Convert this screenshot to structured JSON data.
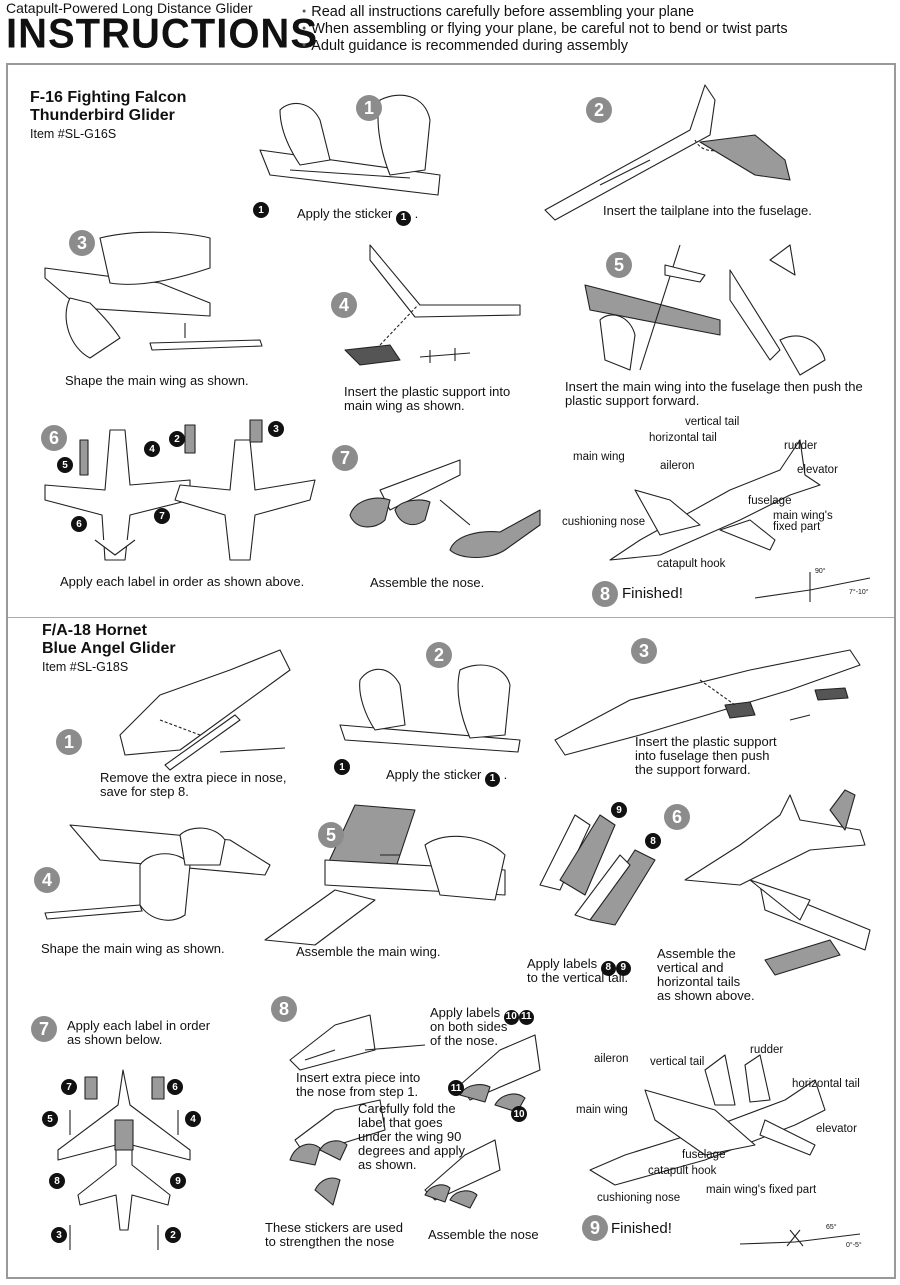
{
  "header": {
    "subtitle": "Catapult-Powered Long Distance Glider",
    "title": "INSTRUCTIONS",
    "bullets": [
      "Read all instructions carefully before assembling your plane",
      "When assembling or flying your plane, be careful not to bend or twist parts",
      "Adult guidance is recommended during assembly"
    ]
  },
  "colors": {
    "step_badge": "#8c8c8c",
    "label_dot": "#111111",
    "frame": "#999999",
    "part_grey": "#9a9a9a"
  },
  "f16": {
    "title1": "F-16 Fighting Falcon",
    "title2": "Thunderbird Glider",
    "item": "Item #SL-G16S",
    "steps": {
      "s1": {
        "num": "1",
        "caption": "Apply the sticker",
        "dot": "1",
        "tail": "."
      },
      "s2": {
        "num": "2",
        "caption": "Insert the tailplane into the fuselage."
      },
      "s3": {
        "num": "3",
        "caption": "Shape the main wing as shown."
      },
      "s4": {
        "num": "4",
        "caption1": "Insert the plastic support into",
        "caption2": "main wing as shown."
      },
      "s5": {
        "num": "5",
        "caption1": "Insert the main wing into the fuselage then push the",
        "caption2": "plastic support forward."
      },
      "s6": {
        "num": "6",
        "caption": "Apply each label in order as shown above.",
        "labels": [
          "2",
          "3",
          "4",
          "5",
          "6",
          "7"
        ]
      },
      "s7": {
        "num": "7",
        "caption": "Assemble the nose."
      },
      "s8": {
        "num": "8",
        "caption": "Finished!"
      }
    },
    "parts": {
      "vertical_tail": "vertical tail",
      "horizontal_tail": "horizontal tail",
      "rudder": "rudder",
      "main_wing": "main wing",
      "aileron": "aileron",
      "elevator": "elevator",
      "fuselage": "fuselage",
      "fixed_part_1": "main wing's",
      "fixed_part_2": "fixed part",
      "cushioning_nose": "cushioning nose",
      "catapult_hook": "catapult hook"
    },
    "angles": {
      "a1": "90°",
      "a2": "7°-10°"
    }
  },
  "fa18": {
    "title1": "F/A-18 Hornet",
    "title2": "Blue Angel Glider",
    "item": "Item #SL-G18S",
    "steps": {
      "s1": {
        "num": "1",
        "caption1": "Remove the extra piece in nose,",
        "caption2": "save for step 8."
      },
      "s2": {
        "num": "2",
        "caption": "Apply the sticker",
        "dot": "1",
        "tail": "."
      },
      "s3": {
        "num": "3",
        "caption1": "Insert the plastic support",
        "caption2": "into fuselage then push",
        "caption3": "the support forward."
      },
      "s4": {
        "num": "4",
        "caption": "Shape the main wing as shown."
      },
      "s5": {
        "num": "5",
        "caption": "Assemble the main wing."
      },
      "s6": {
        "num": "6",
        "caption1": "Assemble the",
        "caption2": "vertical and",
        "caption3": "horizontal tails",
        "caption4": "as shown above."
      },
      "labels89": {
        "caption1": "Apply labels",
        "caption2": "to the vertical tail.",
        "d1": "8",
        "d2": "9"
      },
      "s7": {
        "num": "7",
        "caption1": "Apply each label in order",
        "caption2": "as shown below.",
        "labels": [
          "2",
          "3",
          "4",
          "5",
          "6",
          "7",
          "8",
          "9"
        ]
      },
      "s8": {
        "num": "8",
        "extra1": "Insert extra piece into",
        "extra2": "the nose from step 1.",
        "apply1": "Apply labels",
        "apply2": "on both sides",
        "apply3": "of the nose.",
        "d10": "10",
        "d11": "11",
        "fold1": "Carefully fold the",
        "fold2": "label that goes",
        "fold3": "under the wing 90",
        "fold4": "degrees and apply",
        "fold5": "as shown.",
        "strength1": "These stickers are used",
        "strength2": "to strengthen the nose",
        "nose": "Assemble the nose"
      },
      "s9": {
        "num": "9",
        "caption": "Finished!"
      }
    },
    "parts": {
      "aileron": "aileron",
      "vertical_tail": "vertical tail",
      "rudder": "rudder",
      "horizontal_tail": "horizontal tail",
      "main_wing": "main wing",
      "elevator": "elevator",
      "fuselage": "fuselage",
      "catapult_hook": "catapult hook",
      "fixed_part": "main wing's fixed part",
      "cushioning_nose": "cushioning nose"
    },
    "angles": {
      "a1": "65°",
      "a2": "0°-5°"
    }
  }
}
